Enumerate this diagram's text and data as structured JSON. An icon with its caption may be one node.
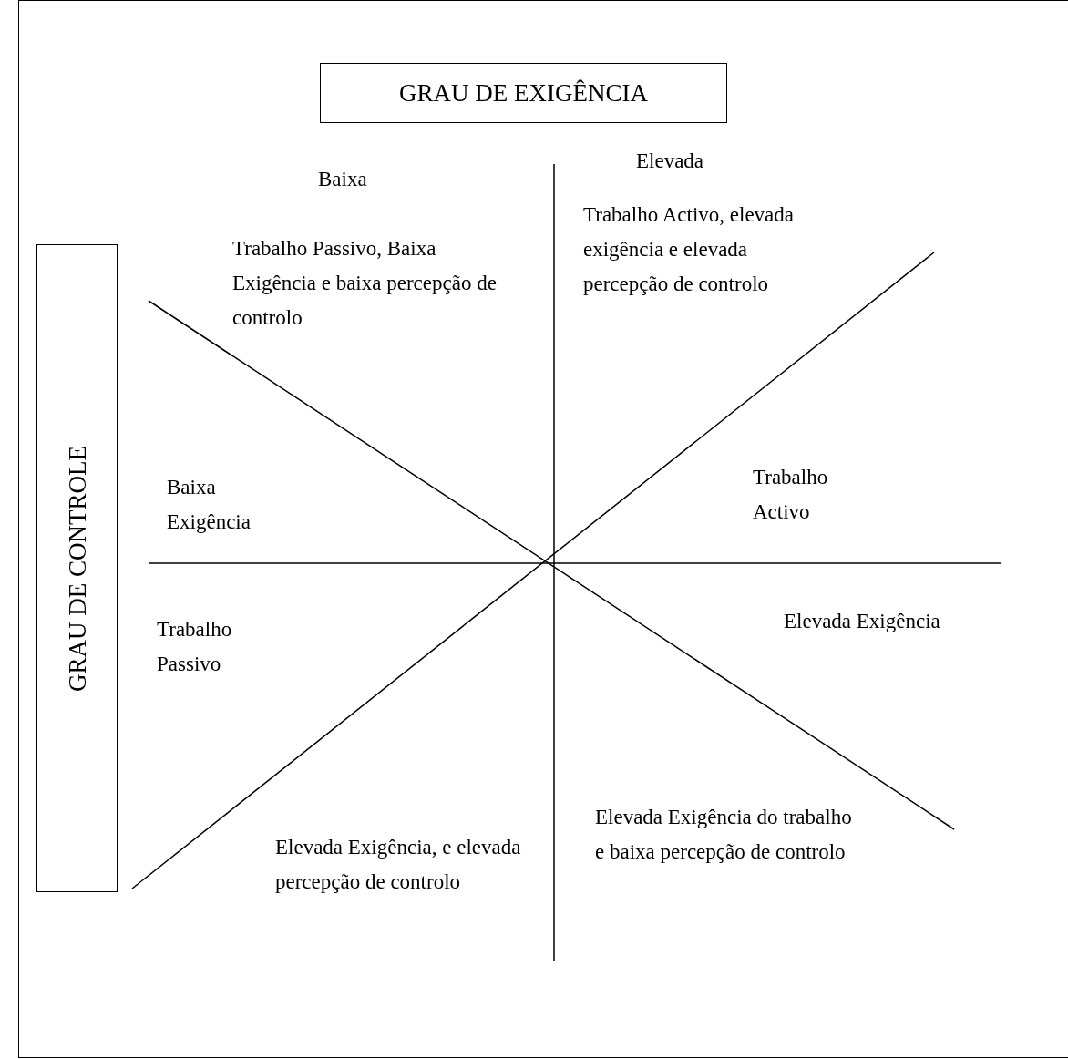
{
  "diagram": {
    "nodes": [
      {
        "text": [
          "GRAU DE EXIGÊNCIA"
        ]
      },
      {
        "text": [
          "GRAU DE CONTROLE"
        ]
      }
    ],
    "labels": [
      "Elevada",
      "Baixa",
      "Trabalho Passivo, Baixa Exigência e baixa percepção de controlo",
      "Trabalho Activo, elevada exigência e elevada percepção de controlo",
      "Baixa Exigência",
      "Trabalho Activo",
      "Elevada Exigência",
      "Trabalho Passivo",
      "Elevada Exigência do trabalho e baixa percepção de controlo",
      "Elevada Exigência, e elevada percepção de controlo"
    ]
  }
}
